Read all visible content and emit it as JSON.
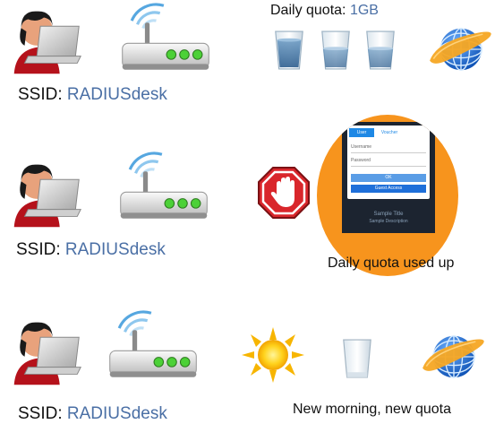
{
  "rows": [
    {
      "ssid_label": "SSID:",
      "ssid_value": "RADIUSdesk"
    },
    {
      "ssid_label": "SSID:",
      "ssid_value": "RADIUSdesk"
    },
    {
      "ssid_label": "SSID:",
      "ssid_value": "RADIUSdesk"
    }
  ],
  "quota": {
    "label": "Daily quota:",
    "value": "1GB"
  },
  "used_up_caption": "Daily quota used up",
  "morning_caption": "New morning, new quota",
  "portal": {
    "tab_user": "User",
    "tab_voucher": "Voucher",
    "username_placeholder": "Username",
    "password_placeholder": "Password",
    "ok_label": "OK",
    "guest_label": "Guest Access",
    "footer_title": "Sample Title",
    "footer_sub": "Sample Description"
  },
  "colors": {
    "accent": "#4a6fa5",
    "portal_bg": "#f7941d",
    "stop_red": "#d9262b",
    "router_led": "#4cd137"
  }
}
